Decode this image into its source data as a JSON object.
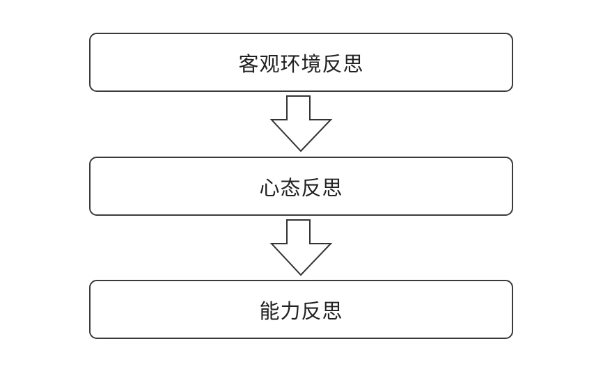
{
  "steps": [
    {
      "label": "客观环境反思"
    },
    {
      "label": "心态反思"
    },
    {
      "label": "能力反思"
    }
  ]
}
